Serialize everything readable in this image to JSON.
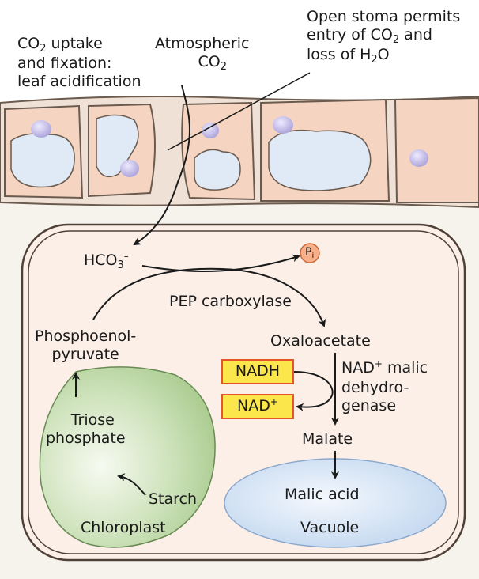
{
  "labels": {
    "uptake_line1": "CO",
    "uptake_line1_sub": "2",
    "uptake_line1_rest": " uptake",
    "uptake_line2": "and fixation:",
    "uptake_line3": "leaf acidification",
    "atmospheric_line1": "Atmospheric",
    "atmospheric_co": "CO",
    "atmospheric_sub": "2",
    "stoma_line1": "Open stoma permits",
    "stoma_line2": "entry of CO",
    "stoma_line2_sub": "2",
    "stoma_line2_rest": " and",
    "stoma_line3": "loss of H",
    "stoma_line3_sub": "2",
    "stoma_line3_rest": "O",
    "hco3": "HCO",
    "hco3_sub": "3",
    "hco3_sup": "–",
    "pi": "P",
    "pi_sub": "i",
    "pep_carboxylase": "PEP carboxylase",
    "pep_line1": "Phosphoenol-",
    "pep_line2": "pyruvate",
    "oxaloacetate": "Oxaloacetate",
    "nadh": "NADH",
    "nad_plus": "NAD",
    "nad_plus_sup": "+",
    "enzyme_line1_nad": "NAD",
    "enzyme_line1_sup": "+",
    "enzyme_line1_rest": " malic",
    "enzyme_line2": "dehydro-",
    "enzyme_line3": "genase",
    "malate": "Malate",
    "triose_line1": "Triose",
    "triose_line2": "phosphate",
    "starch": "Starch",
    "chloroplast": "Chloroplast",
    "malic_acid": "Malic acid",
    "vacuole": "Vacuole"
  },
  "colors": {
    "cell_fill": "#fbefe7",
    "cell_wall": "#5a4a40",
    "epidermis_cell": "#f5d5c2",
    "epidermis_vacuole": "#dfeaf6",
    "nucleus": "#c9c3ea",
    "chloroplast": "#b9d7a2",
    "vacuole": "#cfe0f3",
    "box_fill": "#fbe64b",
    "box_border": "#e7542a",
    "pi_circle": "#f7b08a"
  }
}
